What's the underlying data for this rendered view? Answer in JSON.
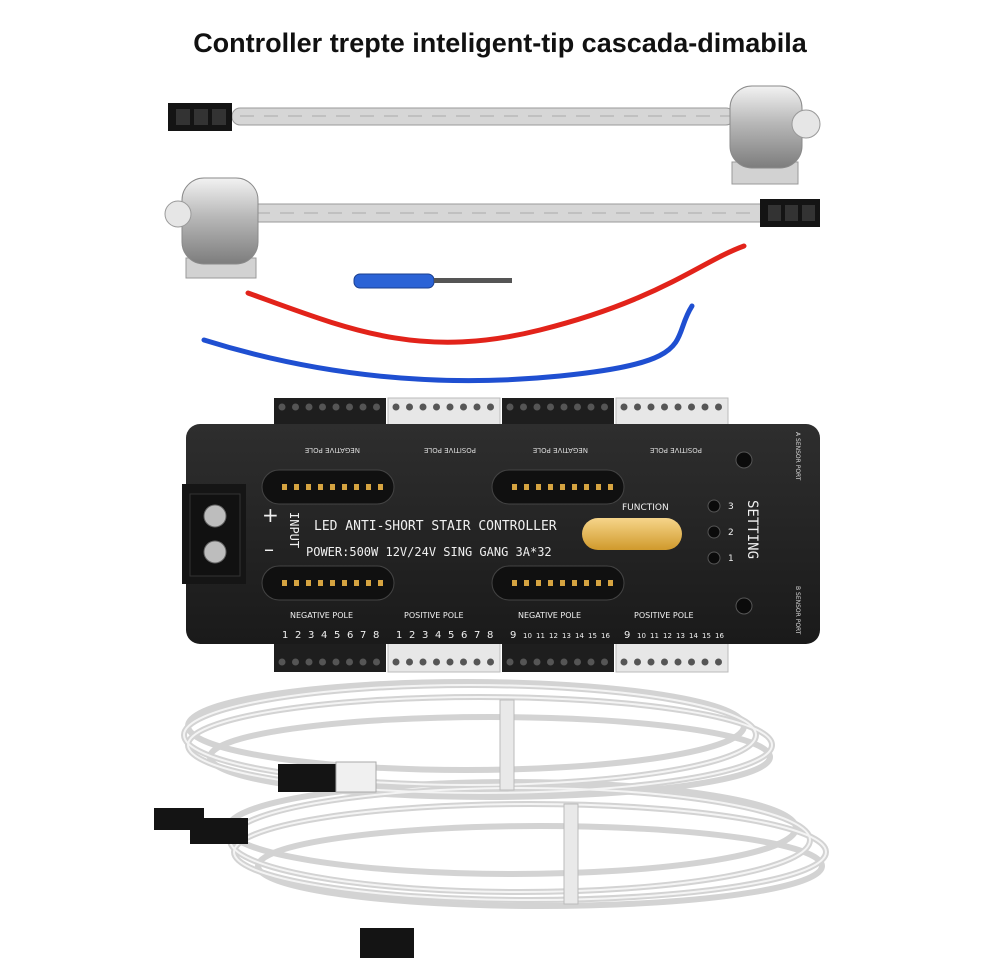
{
  "title": "Controller trepte inteligent-tip cascada-dimabila",
  "board": {
    "name": "LED ANTI-SHORT STAIR CONTROLLER",
    "power": "POWER:500W 12V/24V SING GANG 3A*32",
    "input": "INPUT",
    "plus": "+",
    "minus": "–",
    "function_label": "FUNCTION",
    "setting_label": "SETTING",
    "sensor_a": "A SENSOR PORT",
    "sensor_b": "B SENSOR PORT",
    "negative_pole": "NEGATIVE POLE",
    "positive_pole": "POSITIVE POLE",
    "dip_numbers": [
      "3",
      "2",
      "1"
    ],
    "pin_numbers_left": [
      "1",
      "2",
      "3",
      "4",
      "5",
      "6",
      "7",
      "8"
    ],
    "pin_numbers_right": [
      "9",
      "10",
      "11",
      "12",
      "13",
      "14",
      "15",
      "16"
    ]
  }
}
